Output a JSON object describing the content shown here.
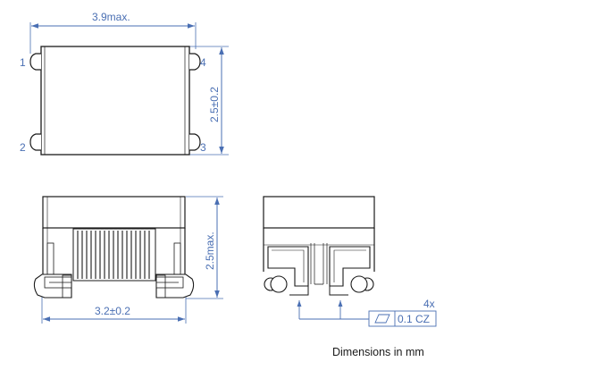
{
  "diagram": {
    "top_view": {
      "width_label": "3.9max.",
      "height_label": "2.5±0.2",
      "pins": [
        "1",
        "2",
        "3",
        "4"
      ]
    },
    "side_view": {
      "width_label": "3.2±0.2",
      "height_label": "2.5max."
    },
    "end_view": {
      "tolerance_count": "4x",
      "tolerance_symbol": "flatness-icon",
      "tolerance_value": "0.1 CZ"
    },
    "caption": "Dimensions in mm",
    "colors": {
      "dimension": "#4a6fb3",
      "outline": "#1a1a1a",
      "background": "#ffffff"
    }
  }
}
